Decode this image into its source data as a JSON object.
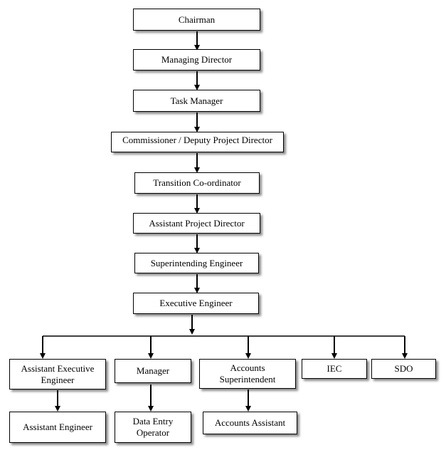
{
  "org_chart": {
    "chain": [
      "Chairman",
      "Managing Director",
      "Task Manager",
      "Commissioner / Deputy Project Director",
      "Transition Co-ordinator",
      "Assistant Project Director",
      "Superintending Engineer",
      "Executive Engineer"
    ],
    "branches": [
      {
        "label": "Assistant Executive Engineer",
        "sub": "Assistant Engineer"
      },
      {
        "label": "Manager",
        "sub": "Data Entry Operator"
      },
      {
        "label": "Accounts Superintendent",
        "sub": "Accounts Assistant"
      },
      {
        "label": "IEC"
      },
      {
        "label": "SDO"
      }
    ]
  }
}
